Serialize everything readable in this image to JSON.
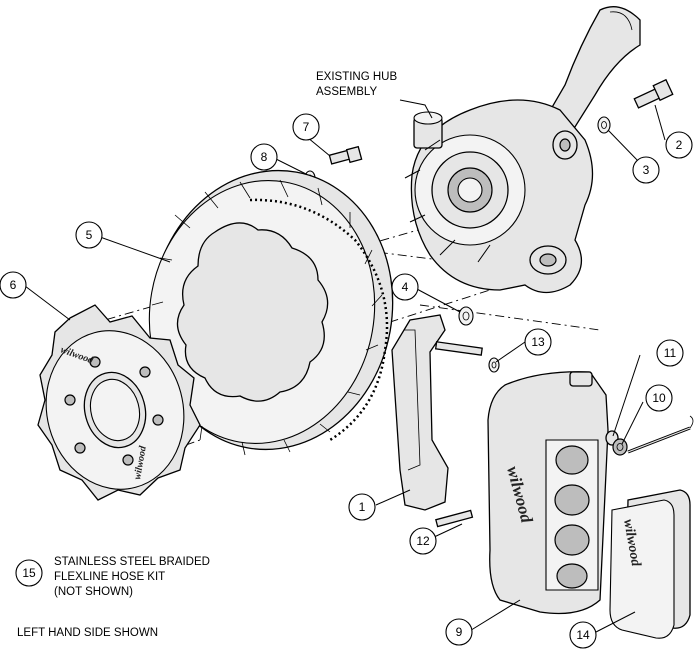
{
  "labels": {
    "hub_line1": "EXISTING HUB",
    "hub_line2": "ASSEMBLY",
    "hose_line1": "STAINLESS STEEL BRAIDED",
    "hose_line2": "FLEXLINE HOSE KIT",
    "hose_line3": "(NOT SHOWN)",
    "side_note": "LEFT HAND SIDE SHOWN"
  },
  "callouts": {
    "c1": "1",
    "c2": "2",
    "c3": "3",
    "c4": "4",
    "c5": "5",
    "c6": "6",
    "c7": "7",
    "c8": "8",
    "c9": "9",
    "c10": "10",
    "c11": "11",
    "c12": "12",
    "c13": "13",
    "c14": "14",
    "c15": "15"
  },
  "logos": {
    "brand": "wilwood"
  }
}
